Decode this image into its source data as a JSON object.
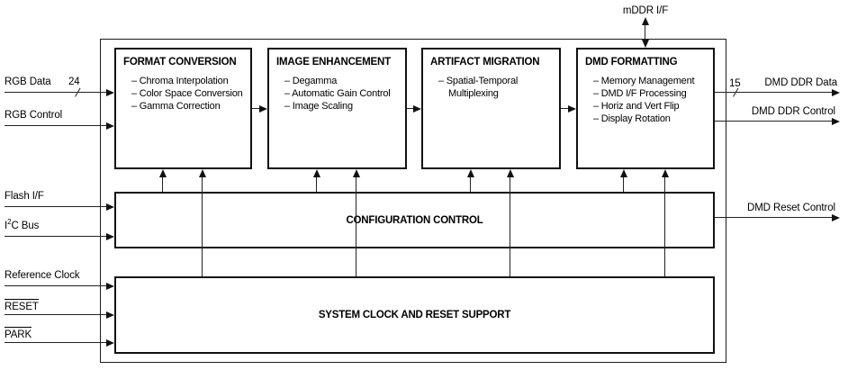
{
  "diagram": {
    "top_interface": {
      "label": "mDDR I/F"
    },
    "blocks": {
      "format_conversion": {
        "title": "FORMAT CONVERSION",
        "items": [
          "– Chroma Interpolation",
          "– Color Space Conversion",
          "– Gamma Correction"
        ]
      },
      "image_enhancement": {
        "title": "IMAGE ENHANCEMENT",
        "items": [
          "– Degamma",
          "– Automatic Gain Control",
          "– Image Scaling"
        ]
      },
      "artifact_migration": {
        "title": "ARTIFACT MIGRATION",
        "items": [
          "– Spatial-Temporal",
          "Multiplexing"
        ]
      },
      "dmd_formatting": {
        "title": "DMD FORMATTING",
        "items": [
          "– Memory Management",
          "– DMD I/F Processing",
          "– Horiz and Vert Flip",
          "– Display Rotation"
        ]
      },
      "configuration_control": {
        "title": "CONFIGURATION CONTROL"
      },
      "system_clock_reset": {
        "title": "SYSTEM CLOCK AND RESET SUPPORT"
      }
    },
    "inputs": {
      "rgb_data": {
        "label": "RGB Data",
        "bus_width": "24"
      },
      "rgb_control": {
        "label": "RGB Control"
      },
      "flash_if": {
        "label": "Flash I/F"
      },
      "i2c_bus": {
        "base": "I",
        "sup": "2",
        "rest": "C Bus"
      },
      "reference_clock": {
        "label": "Reference Clock"
      },
      "reset_n": {
        "label": "RESET"
      },
      "park_n": {
        "label": "PARK"
      }
    },
    "outputs": {
      "dmd_ddr_data": {
        "label": "DMD DDR Data",
        "bus_width": "15"
      },
      "dmd_ddr_control": {
        "label": "DMD DDR Control"
      },
      "dmd_reset_control": {
        "label": "DMD Reset Control"
      }
    },
    "colors": {
      "line": "#111111",
      "background": "#ffffff",
      "block_fill": "#ffffff",
      "text": "#000000"
    }
  }
}
